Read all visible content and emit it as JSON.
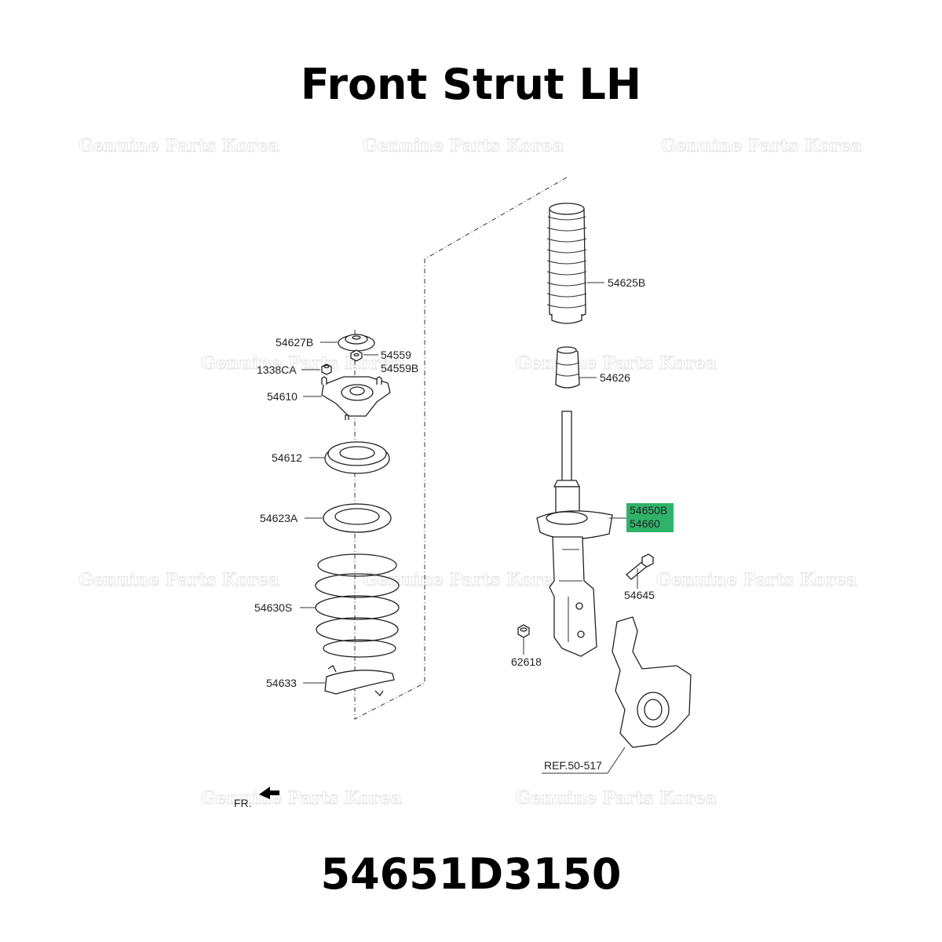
{
  "title": "Front Strut LH",
  "part_number": "54651D3150",
  "watermark": "Genuine Parts Korea",
  "highlight_color": "#2fb36a",
  "direction_label": "FR.",
  "reference_label": "REF.50-517",
  "callouts": {
    "c54627B": "54627B",
    "c54559": "54559",
    "c54559B": "54559B",
    "c1338CA": "1338CA",
    "c54610": "54610",
    "c54612": "54612",
    "c54623A": "54623A",
    "c54630S": "54630S",
    "c54633": "54633",
    "c54625B": "54625B",
    "c54626": "54626",
    "c54650B": "54650B",
    "c54660": "54660",
    "c54645": "54645",
    "c62618": "62618"
  }
}
